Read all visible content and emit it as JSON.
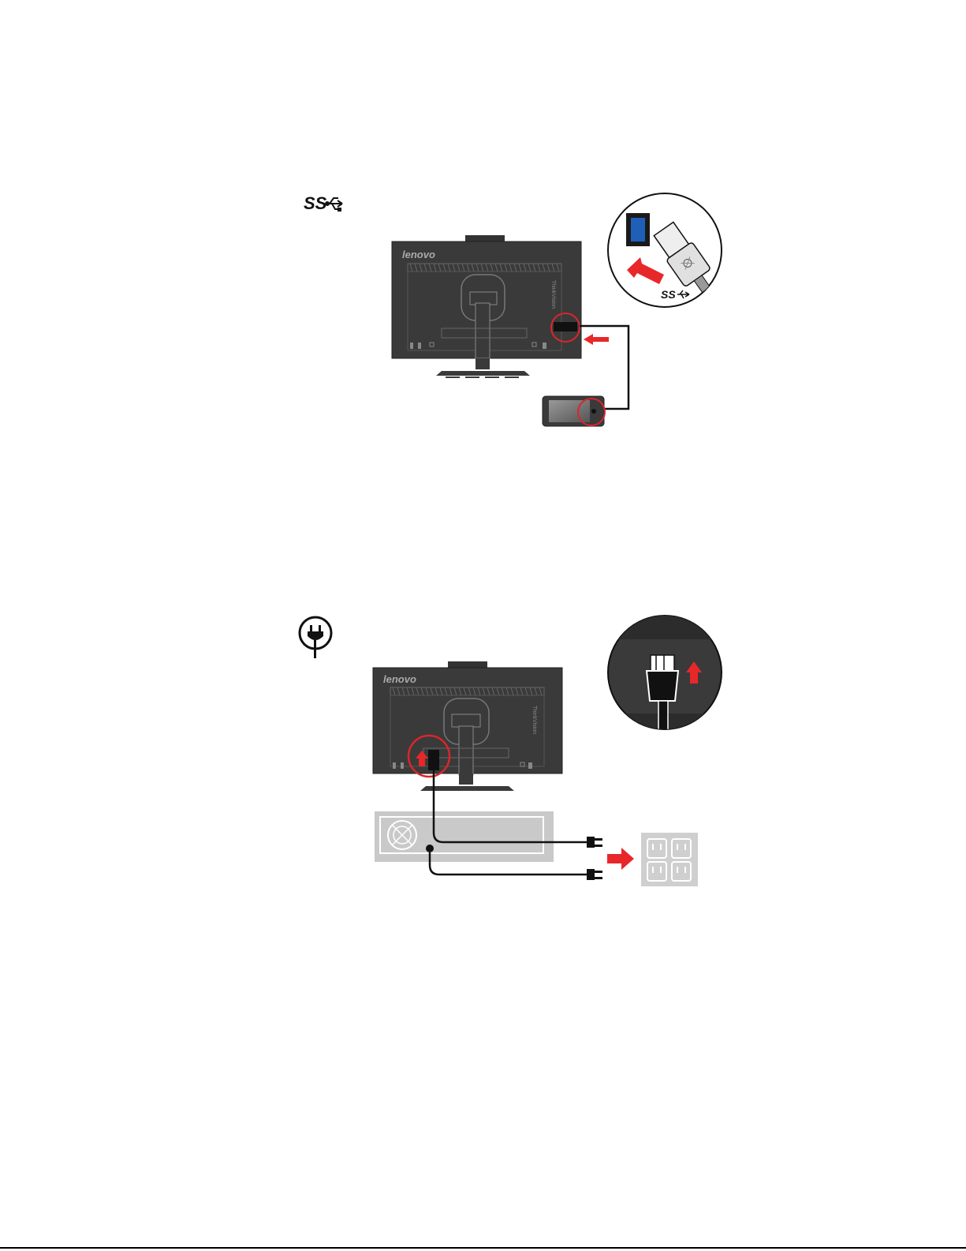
{
  "usb_figure": {
    "symbol_text": "SS",
    "brand": "lenovo",
    "side_label": "ThinkVision",
    "inset_symbol_text": "SS",
    "colors": {
      "monitor": "#3a3a3a",
      "arrow": "#e8272a",
      "highlight": "#d9262c",
      "usb_blue": "#1f5fb8"
    }
  },
  "power_figure": {
    "brand": "lenovo",
    "side_label": "ThinkVision",
    "colors": {
      "monitor": "#3a3a3a",
      "arrow": "#e8272a",
      "highlight": "#d9262c",
      "pc_case": "#c9c9c9",
      "outlet": "#cfcfcf"
    }
  }
}
